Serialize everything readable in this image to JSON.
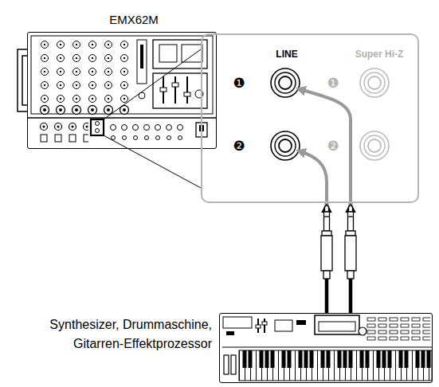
{
  "diagram": {
    "nodes": [
      {
        "text": [
          "EMX62M"
        ]
      },
      {
        "text": [
          "LINE",
          "Super Hi-Z"
        ]
      },
      {
        "text": [
          "Synthesizer, Drummaschine, Gitarren-Effektprozessor"
        ]
      }
    ],
    "edges": [
      {
        "from": 2,
        "to": 1,
        "arrow": "to"
      },
      {
        "from": 2,
        "to": 1,
        "arrow": "to"
      }
    ],
    "labels": [
      "❶",
      "❷",
      "❶",
      "❷"
    ]
  }
}
